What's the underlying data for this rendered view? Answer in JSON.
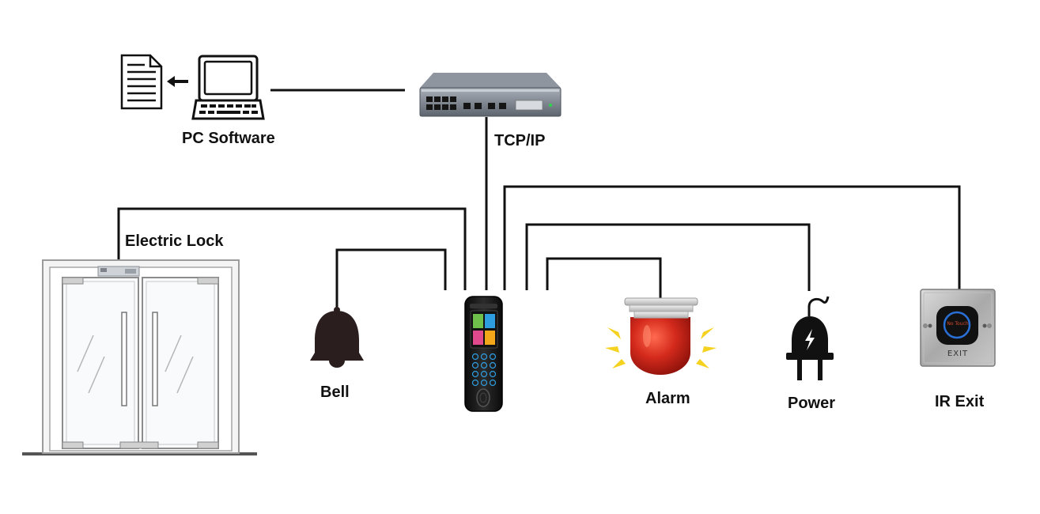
{
  "labels": {
    "pc_software": "PC Software",
    "tcp_ip": "TCP/IP",
    "electric_lock": "Electric Lock",
    "bell": "Bell",
    "alarm": "Alarm",
    "power": "Power",
    "ir_exit": "IR Exit"
  },
  "exit_button": {
    "top_text": "No Touch",
    "bottom_text": "EXIT"
  },
  "colors": {
    "wire": "#111111",
    "alarm_red": "#d42a1c",
    "alarm_flash": "#f5d21f",
    "device_body": "#1a1a1a",
    "screen_accent": "#2e9de0",
    "exit_led": "#2a6fd6"
  },
  "icons": [
    "document-icon",
    "arrow-left-icon",
    "computer-icon",
    "network-switch-icon",
    "glass-door-icon",
    "bell-icon",
    "access-control-terminal-icon",
    "alarm-siren-icon",
    "power-plug-icon",
    "ir-exit-button-icon"
  ]
}
